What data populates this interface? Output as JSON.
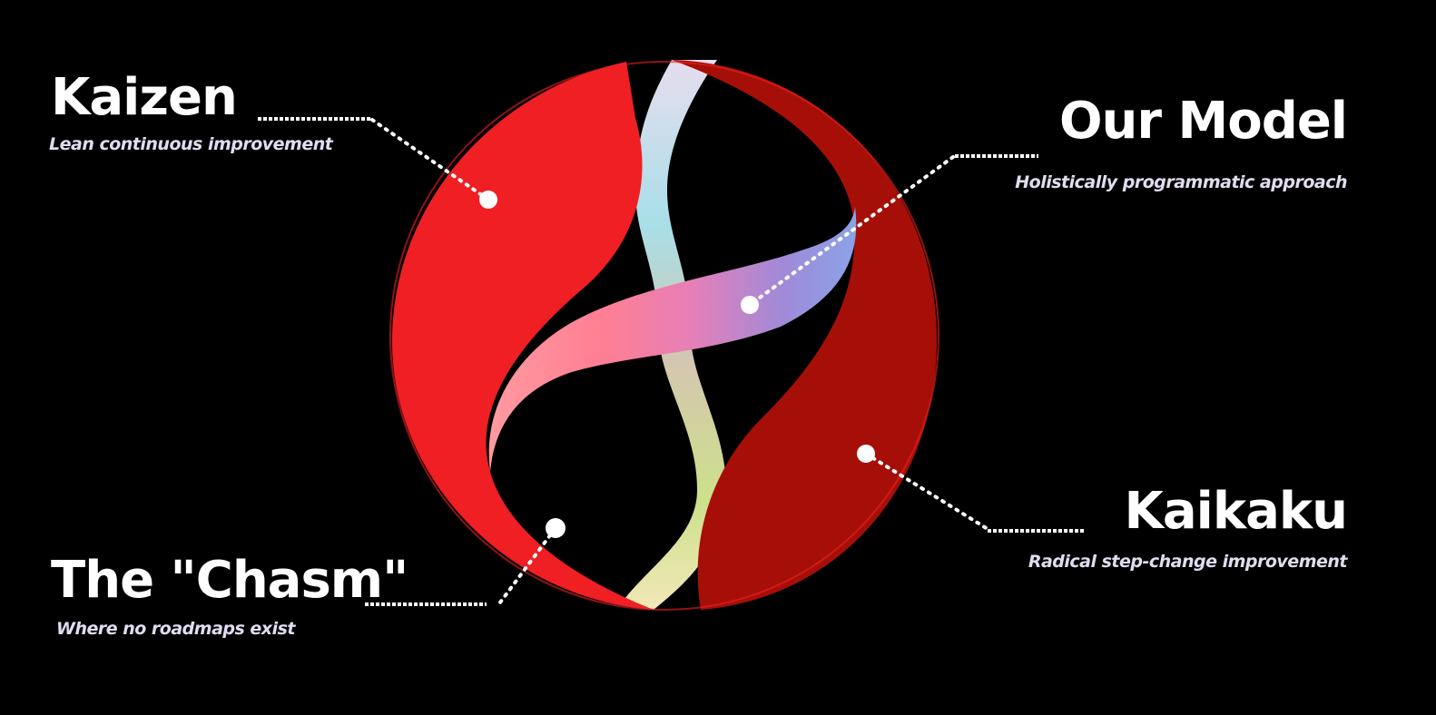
{
  "diagram": {
    "type": "concept-diagram",
    "colors": {
      "background": "#000000",
      "kaizen_red": "#ef1f24",
      "kaikaku_red": "#a50f07",
      "subtitle": "#e2dcf0",
      "text": "#ffffff"
    },
    "labels": {
      "kaizen": {
        "title": "Kaizen",
        "subtitle": "Lean continuous improvement"
      },
      "our_model": {
        "title": "Our Model",
        "subtitle": "Holistically programmatic approach"
      },
      "kaikaku": {
        "title": "Kaikaku",
        "subtitle": "Radical step-change improvement"
      },
      "chasm": {
        "title": "The \"Chasm\"",
        "subtitle": "Where no roadmaps exist"
      }
    }
  }
}
